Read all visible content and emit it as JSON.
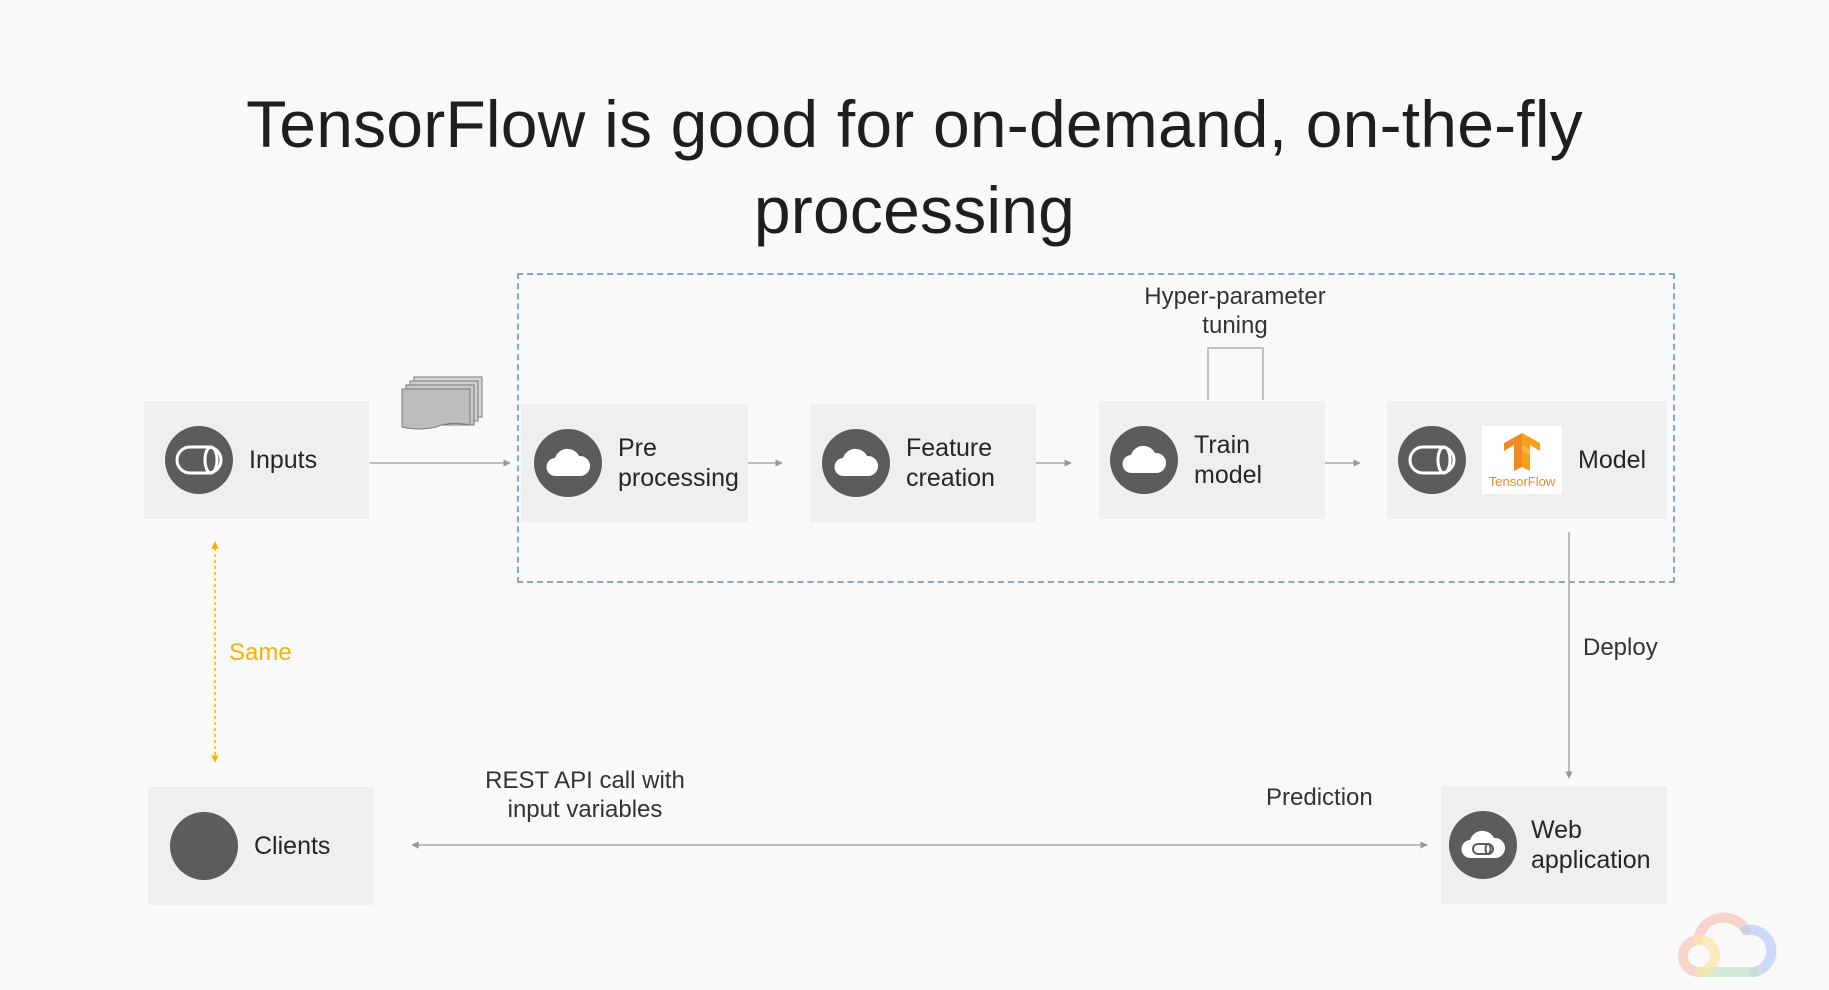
{
  "title": {
    "line1": "TensorFlow is good for on-demand, on-the-fly",
    "line2": "processing"
  },
  "nodes": {
    "inputs": {
      "label": "Inputs",
      "icon": "database-icon"
    },
    "preprocessing": {
      "label": "Pre\nprocessing",
      "icon": "cloud-icon"
    },
    "feature_creation": {
      "label": "Feature\ncreation",
      "icon": "cloud-icon"
    },
    "train_model": {
      "label": "Train\nmodel",
      "icon": "cloud-icon"
    },
    "model": {
      "label": "Model",
      "icon": "database-icon",
      "logo_text": "TensorFlow"
    },
    "clients": {
      "label": "Clients",
      "icon": "circle-icon"
    },
    "web_application": {
      "label": "Web\napplication",
      "icon": "cloud-storage-icon"
    }
  },
  "annotations": {
    "hyperparameter": "Hyper-parameter\ntuning",
    "same": "Same",
    "deploy": "Deploy",
    "rest_call": "REST API call with\ninput variables",
    "prediction": "Prediction"
  },
  "colors": {
    "background": "#f9f9f9",
    "node_fill": "#efefef",
    "icon_fill": "#5c5c5c",
    "dashed_border": "#7ea8d8",
    "same_accent": "#f4b400",
    "tensorflow_orange": "#f08a24"
  }
}
